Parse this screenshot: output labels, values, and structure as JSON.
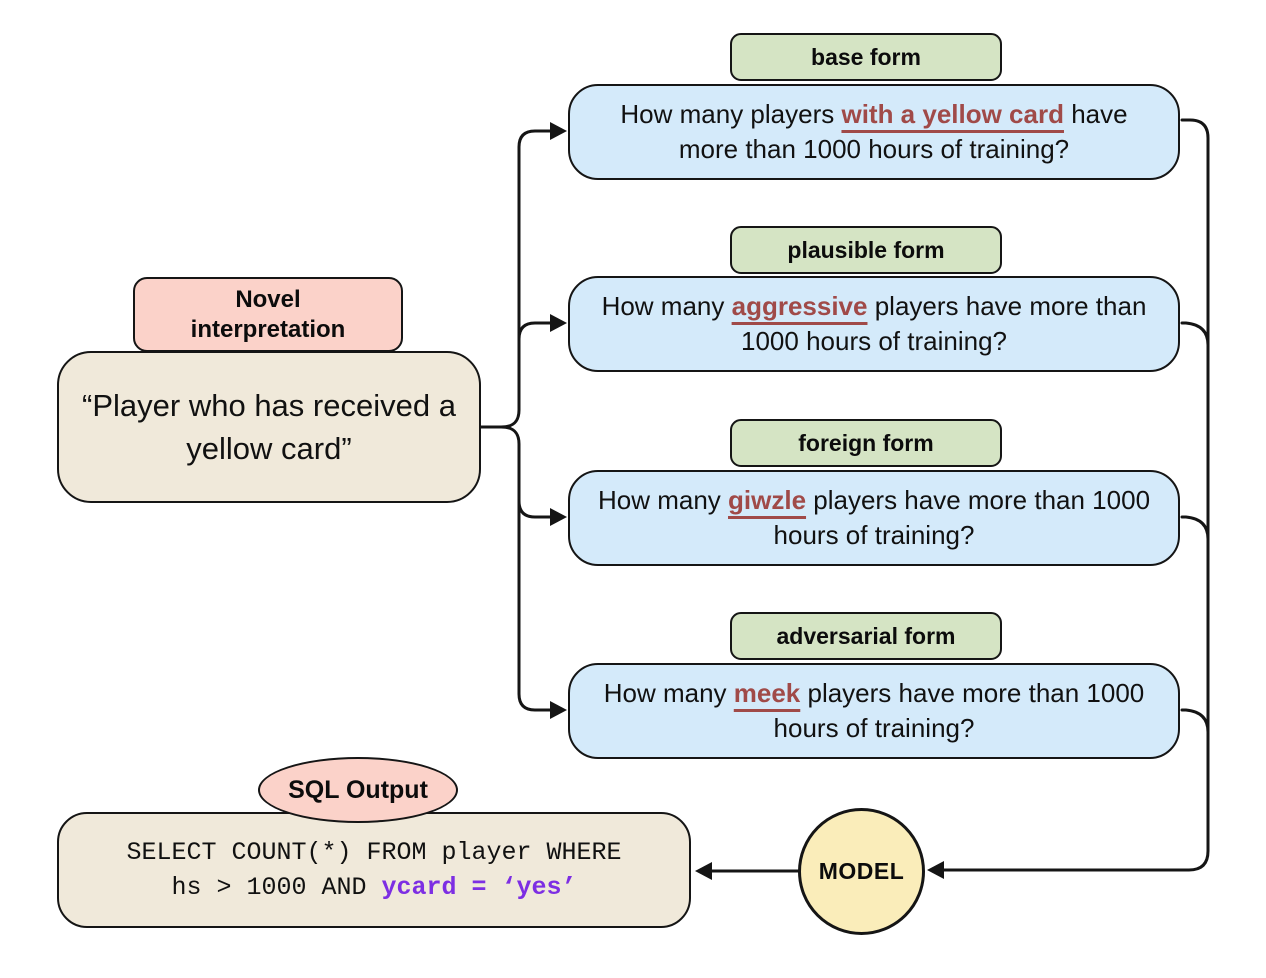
{
  "interpretation": {
    "tag_line1": "Novel",
    "tag_line2": "interpretation",
    "text": "“Player who has received a yellow card”"
  },
  "forms": [
    {
      "tag": "base form",
      "pre": "How many players ",
      "highlight": "with a yellow card",
      "post": " have more than 1000 hours of training?"
    },
    {
      "tag": "plausible form",
      "pre": "How many ",
      "highlight": "aggressive",
      "post": " players have more than 1000 hours of training?"
    },
    {
      "tag": "foreign form",
      "pre": "How many ",
      "highlight": "giwzle",
      "post": " players have more than 1000 hours of training?"
    },
    {
      "tag": "adversarial form",
      "pre": "How many ",
      "highlight": "meek",
      "post": " players have more than 1000 hours of training?"
    }
  ],
  "sql": {
    "tag": "SQL Output",
    "line1": "SELECT COUNT(*) FROM player WHERE",
    "line2_pre": "hs > 1000 AND ",
    "line2_highlight": "ycard = ‘yes’"
  },
  "model": {
    "label": "MODEL"
  },
  "colors": {
    "question_box_fill": "#d4eafa",
    "form_tag_fill": "#d5e4c4",
    "interpretation_fill": "#f0e9da",
    "pink_tag_fill": "#fbd2c9",
    "model_circle_fill": "#faedba",
    "highlight_red": "#a04a48",
    "sql_highlight_purple": "#7d2ee3",
    "line_black": "#151515"
  }
}
